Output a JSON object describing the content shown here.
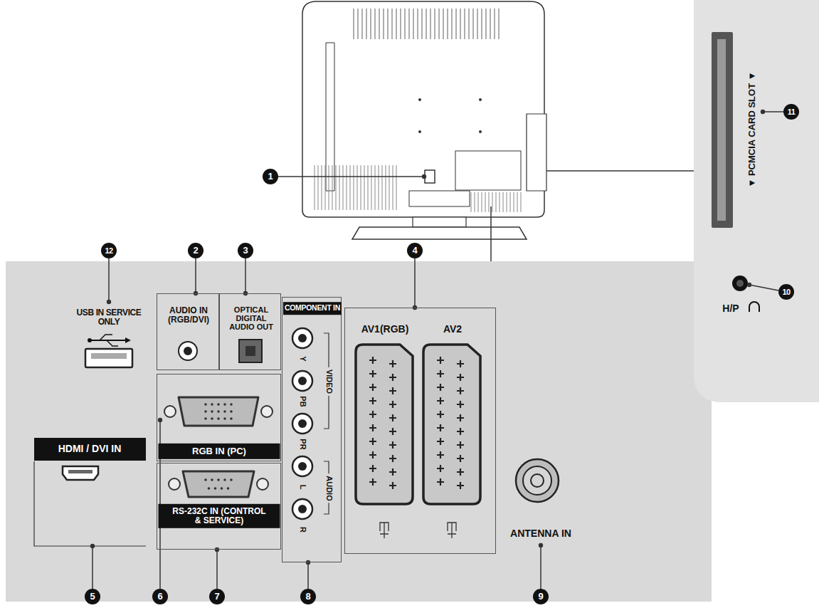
{
  "diagram": {
    "nodes": [
      {
        "text": [
          "USB IN SERVICE ONLY",
          "ANTENNA IN"
        ]
      },
      {
        "text": [
          "AUDIO IN (RGB/DVI)"
        ],
        "in": 0
      },
      {
        "text": [
          "OPTICAL DIGITAL AUDIO OUT"
        ],
        "in": 0
      },
      {
        "text": [
          "RGB IN (PC)"
        ],
        "in": 0
      },
      {
        "text": [
          "RS-232C IN (CONTROL & SERVICE)"
        ],
        "in": 0
      },
      {
        "text": [
          "HDMI / DVI IN"
        ],
        "in": 0
      },
      {
        "text": [
          "COMPONENT IN",
          "Y",
          "VIDEO",
          "PB",
          "PR",
          "L",
          "AUDIO",
          "R"
        ],
        "in": 0
      },
      {
        "text": [
          "AV1(RGB)",
          "AV2"
        ],
        "in": 0
      },
      {
        "text": [
          "▼ PCMCIA CARD SLOT ▼",
          "H/P"
        ]
      }
    ],
    "labels": [
      "1",
      "2",
      "3",
      "4",
      "5",
      "6",
      "7",
      "8",
      "9",
      "10",
      "11",
      "12"
    ]
  }
}
